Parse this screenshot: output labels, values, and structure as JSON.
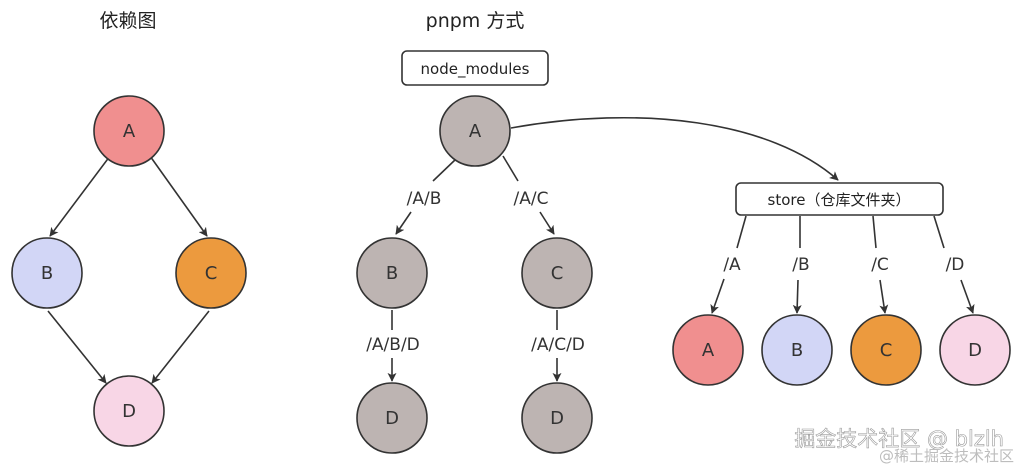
{
  "titles": {
    "left": "依赖图",
    "middle": "pnpm 方式"
  },
  "colors": {
    "red": "#f08f8f",
    "blue": "#d2d6f6",
    "orange": "#ec9a3e",
    "pink": "#f8d6e6",
    "gray": "#bdb4b2",
    "stroke": "#333333"
  },
  "left_graph": {
    "nodes": {
      "a": "A",
      "b": "B",
      "c": "C",
      "d": "D"
    }
  },
  "pnpm_graph": {
    "node_modules_label": "node_modules",
    "store_label": "store（仓库文件夹）",
    "nodes": {
      "a": "A",
      "b": "B",
      "c": "C",
      "d1": "D",
      "d2": "D"
    },
    "edge_labels": {
      "a_b": "/A/B",
      "a_c": "/A/C",
      "b_d": "/A/B/D",
      "c_d": "/A/C/D"
    },
    "store_items": [
      {
        "path": "/A",
        "label": "A",
        "color": "#f08f8f"
      },
      {
        "path": "/B",
        "label": "B",
        "color": "#d2d6f6"
      },
      {
        "path": "/C",
        "label": "C",
        "color": "#ec9a3e"
      },
      {
        "path": "/D",
        "label": "D",
        "color": "#f8d6e6"
      }
    ]
  },
  "watermark": {
    "main": "掘金技术社区 @ blzlh",
    "sub": "@稀土掘金技术社区"
  }
}
